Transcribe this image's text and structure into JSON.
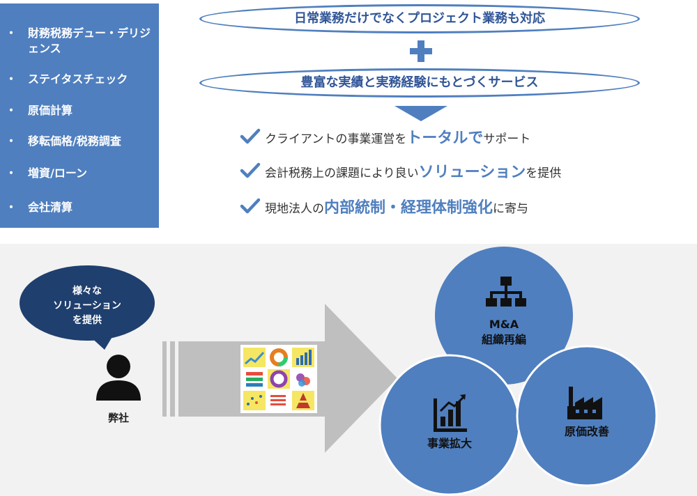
{
  "services": {
    "items": [
      {
        "bullet": "・",
        "text": "財務税務デュー・デリジェンス"
      },
      {
        "bullet": "・",
        "text": "ステイタスチェック"
      },
      {
        "bullet": "・",
        "text": "原価計算"
      },
      {
        "bullet": "・",
        "text": "移転価格/税務調査"
      },
      {
        "bullet": "・",
        "text": "増資/ローン"
      },
      {
        "bullet": "・",
        "text": "会社清算"
      }
    ]
  },
  "banners": {
    "top": "日常業務だけでなくプロジェクト業務も対応",
    "bottom": "豊富な実績と実務経験にもとづくサービス"
  },
  "checks": [
    {
      "pre": "クライアントの事業運営を",
      "em": "トータルで",
      "post": "サポート"
    },
    {
      "pre": "会計税務上の課題により良い",
      "em": "ソリューション",
      "post": "を提供"
    },
    {
      "pre": "現地法人の",
      "em": "内部統制・経理体制強化",
      "post": "に寄与"
    }
  ],
  "diagram": {
    "bubble_lines": [
      "様々な",
      "ソリューション",
      "を提供"
    ],
    "person_label": "弊社",
    "circles": [
      {
        "lines": [
          "M&A",
          "組織再編"
        ],
        "icon": "org-chart-icon"
      },
      {
        "lines": [
          "事業拡大"
        ],
        "icon": "growth-chart-icon"
      },
      {
        "lines": [
          "原価改善"
        ],
        "icon": "factory-icon"
      }
    ]
  },
  "colors": {
    "accent": "#4f7fbf",
    "accent_dark": "#1f3f6e",
    "panel": "#f2f2f2",
    "arrow": "#bfbfbf"
  }
}
